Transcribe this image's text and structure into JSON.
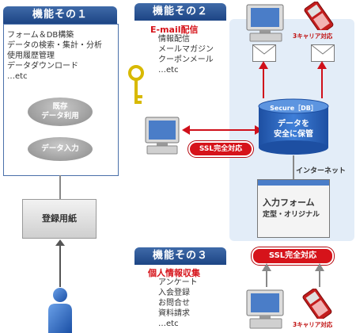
{
  "func1": {
    "title": "機能その１",
    "items": [
      "フォーム＆DB構築",
      "データの検索・集計・分析",
      "使用履歴管理",
      "データダウンロード",
      "…etc"
    ],
    "oval_top": [
      "既存",
      "データ利用"
    ],
    "oval_bottom": "データ入力"
  },
  "func2": {
    "title": "機能その２",
    "subtitle": "E-mail配信",
    "items": [
      "情報配信",
      "メールマガジン",
      "クーポンメール",
      "…etc"
    ]
  },
  "func3": {
    "title": "機能その３",
    "subtitle": "個人情報収集",
    "items": [
      "アンケート",
      "入会登録",
      "お問合せ",
      "資料請求",
      "…etc"
    ]
  },
  "paper": "登録用紙",
  "db": {
    "label": "Secure［DB］",
    "text": [
      "データを",
      "安全に保管"
    ]
  },
  "ssl_left": "SSL完全対応",
  "ssl_bottom": "SSL完全対応",
  "internet": "インターネット",
  "form": [
    "入力フォーム",
    "定型・オリジナル"
  ],
  "carrier_top": "3キャリア対応",
  "carrier_bottom": "3キャリア対応",
  "colors": {
    "blue": "#1d4585",
    "red": "#d6131a",
    "light_blue": "#e3edf8"
  }
}
